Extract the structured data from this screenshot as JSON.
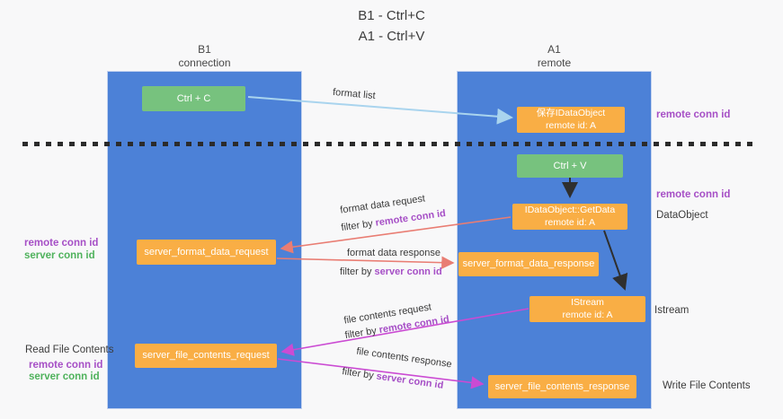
{
  "title": {
    "line1": "B1 - Ctrl+C",
    "line2": "A1 - Ctrl+V"
  },
  "lanes": {
    "left": {
      "name": "B1",
      "role": "connection"
    },
    "right": {
      "name": "A1",
      "role": "remote"
    }
  },
  "boxes": {
    "ctrl_c": "Ctrl + C",
    "ctrl_v": "Ctrl + V",
    "save_dataobject": {
      "line1": "保存IDataObject",
      "line2": "remote id: A"
    },
    "getdata": {
      "line1": "IDataObject::GetData",
      "line2": "remote id: A"
    },
    "istream": {
      "line1": "IStream",
      "line2": "remote id: A"
    },
    "format_request": "server_format_data_request",
    "format_response": "server_format_data_response",
    "file_request": "server_file_contents_request",
    "file_response": "server_file_contents_response"
  },
  "arrow_labels": {
    "format_list": "format list",
    "format_data_request": "format data request",
    "format_data_response": "format data response",
    "file_contents_request": "file contents request",
    "file_contents_response": "file contents response",
    "filter_by": "filter by ",
    "remote_conn_id": "remote conn id",
    "server_conn_id": "server conn id"
  },
  "side_labels": {
    "remote_conn_id": "remote conn id",
    "server_conn_id": "server conn id",
    "dataobject": "DataObject",
    "istream": "Istream",
    "read_file_contents": "Read File Contents",
    "write_file_contents": "Write File Contents"
  },
  "colors": {
    "lane_blue": "#4c81d7",
    "box_orange": "#f9ae45",
    "box_green": "#77c27e",
    "arrow_light_blue": "#a9d4ee",
    "arrow_red": "#e97d73",
    "arrow_magenta": "#cb4bd3",
    "arrow_black": "#2f2f2f",
    "text_purple": "#a64fc6",
    "text_green": "#4fb25c",
    "background": "#f8f8f9"
  }
}
